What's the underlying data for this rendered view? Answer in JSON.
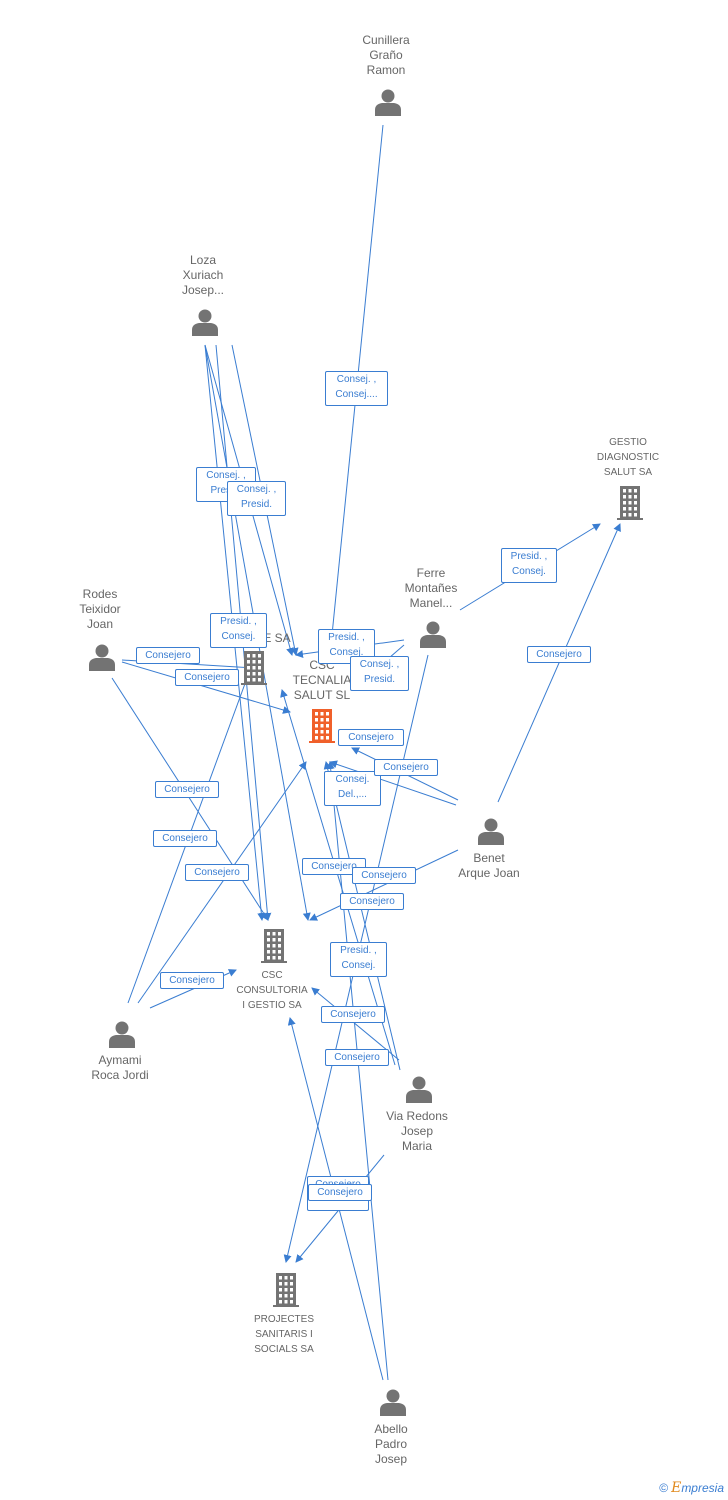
{
  "colors": {
    "edge": "#3a7dd1",
    "node": "#737373",
    "focus": "#f0602a",
    "text": "#666666"
  },
  "nodes": [
    {
      "id": "cunillera",
      "type": "person",
      "label": "Cunillera\nGraño\nRamon"
    },
    {
      "id": "loza",
      "type": "person",
      "label": "Loza\nXuriach\nJosep..."
    },
    {
      "id": "gestio",
      "type": "company",
      "label": "GESTIO\nDIAGNOSTIC\nSALUT SA"
    },
    {
      "id": "ferre",
      "type": "person",
      "label": "Ferre\nMontañes\nManel..."
    },
    {
      "id": "rodes",
      "type": "person",
      "label": "Rodes\nTeixidor\nJoan"
    },
    {
      "id": "esa",
      "type": "company",
      "label": "E SA"
    },
    {
      "id": "tecnalia",
      "type": "company_focus",
      "label": "CSC\nTECNALIA\nSALUT SL"
    },
    {
      "id": "benet",
      "type": "person",
      "label": "Benet\nArque Joan"
    },
    {
      "id": "consultoria",
      "type": "company",
      "label": "CSC\nCONSULTORIA\nI GESTIO SA"
    },
    {
      "id": "aymami",
      "type": "person",
      "label": "Aymami\nRoca Jordi"
    },
    {
      "id": "viaredons",
      "type": "person",
      "label": "Via Redons\nJosep\nMaria"
    },
    {
      "id": "projectes",
      "type": "company",
      "label": "PROJECTES\nSANITARIS I\nSOCIALS SA"
    },
    {
      "id": "abello",
      "type": "person",
      "label": "Abello\nPadro\nJosep"
    }
  ],
  "edge_labels": [
    "Consej. ,\nConsej....",
    "Consej. ,\nPresid.",
    "Consej. ,\nPresid.",
    "Presid. ,\nConsej.",
    "Presid. ,\nConsej.",
    "Presid. ,\nConsej.",
    "Consej. ,\nPresid.",
    "Consejero",
    "Consejero",
    "Consejero",
    "Consejero",
    "Consejero",
    "Consej.\nDel.,...",
    "Consejero",
    "Consejero",
    "Consejero",
    "Consejero",
    "Consejero",
    "Consejero",
    "Presid. ,\nConsej.",
    "Consejero",
    "Consejero",
    "Consejero",
    "Consejero",
    "Consejero"
  ],
  "brand": {
    "copyright": "©",
    "initial": "E",
    "rest": "mpresia"
  }
}
